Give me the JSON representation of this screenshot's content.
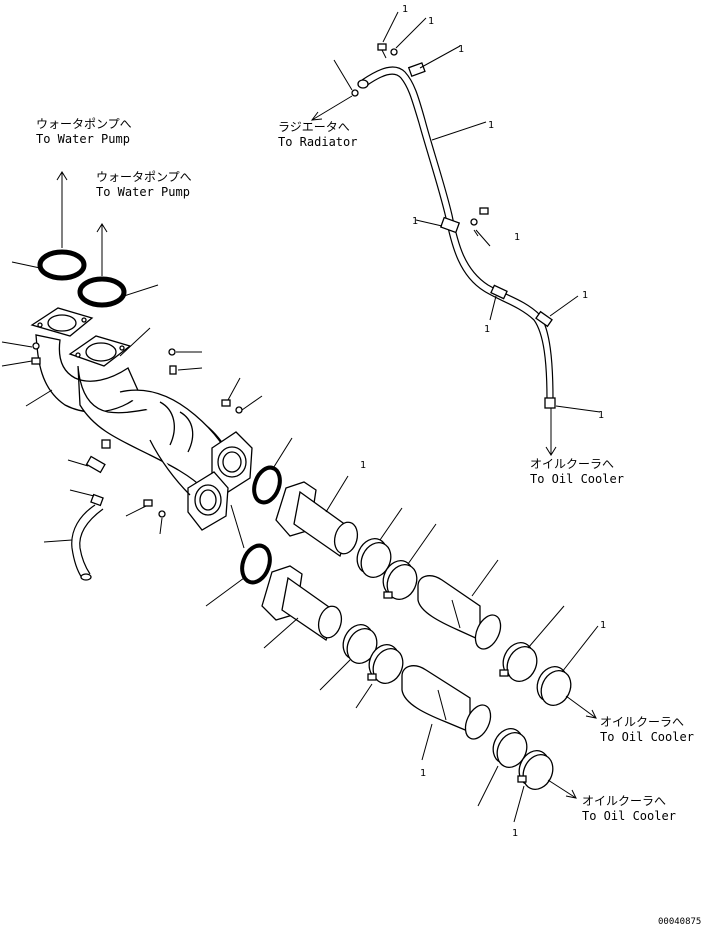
{
  "annotations": {
    "water_pump_1": {
      "jp": "ウォータポンプへ",
      "en": "To Water Pump"
    },
    "water_pump_2": {
      "jp": "ウォータポンプへ",
      "en": "To Water Pump"
    },
    "radiator": {
      "jp": "ラジエータへ",
      "en": "To Radiator"
    },
    "oil_cooler_1": {
      "jp": "オイルクーラへ",
      "en": "To Oil Cooler"
    },
    "oil_cooler_2": {
      "jp": "オイルクーラへ",
      "en": "To Oil Cooler"
    },
    "oil_cooler_3": {
      "jp": "オイルクーラへ",
      "en": "To Oil Cooler"
    }
  },
  "drawing_code": "00040875",
  "index_marks": [
    "1",
    "1",
    "1",
    "1",
    "1",
    "1",
    "1",
    "1",
    "1",
    "1",
    "1",
    "1",
    "1"
  ]
}
